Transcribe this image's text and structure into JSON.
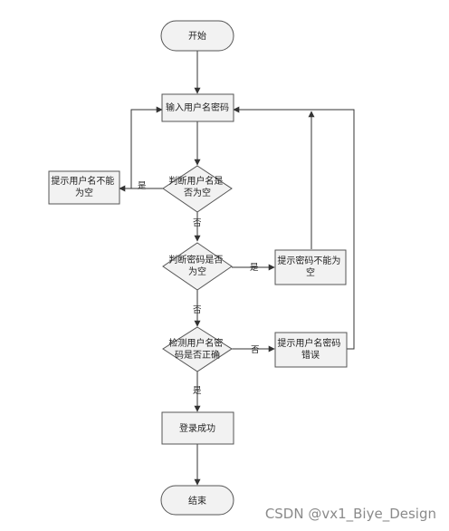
{
  "nodes": {
    "start": "开始",
    "input": "输入用户名密码",
    "check_username": [
      "判断用户名是",
      "否为空"
    ],
    "prompt_username_empty": [
      "提示用户名不能",
      "为空"
    ],
    "check_password": [
      "判断密码是否",
      "为空"
    ],
    "prompt_password_empty": [
      "提示密码不能为",
      "空"
    ],
    "check_correct": [
      "检测用户名密",
      "码是否正确"
    ],
    "prompt_error": [
      "提示用户名密码",
      "错误"
    ],
    "login_success": "登录成功",
    "end": "结束"
  },
  "edge_labels": {
    "username_empty_yes": "是",
    "username_empty_no": "否",
    "password_empty_yes": "是",
    "password_empty_no": "否",
    "correct_no": "否",
    "correct_yes": "是"
  },
  "watermark": "CSDN @vx1_Biye_Design",
  "colors": {
    "shape_fill": "#f2f2f2",
    "shape_stroke": "#555555",
    "line": "#333333"
  }
}
